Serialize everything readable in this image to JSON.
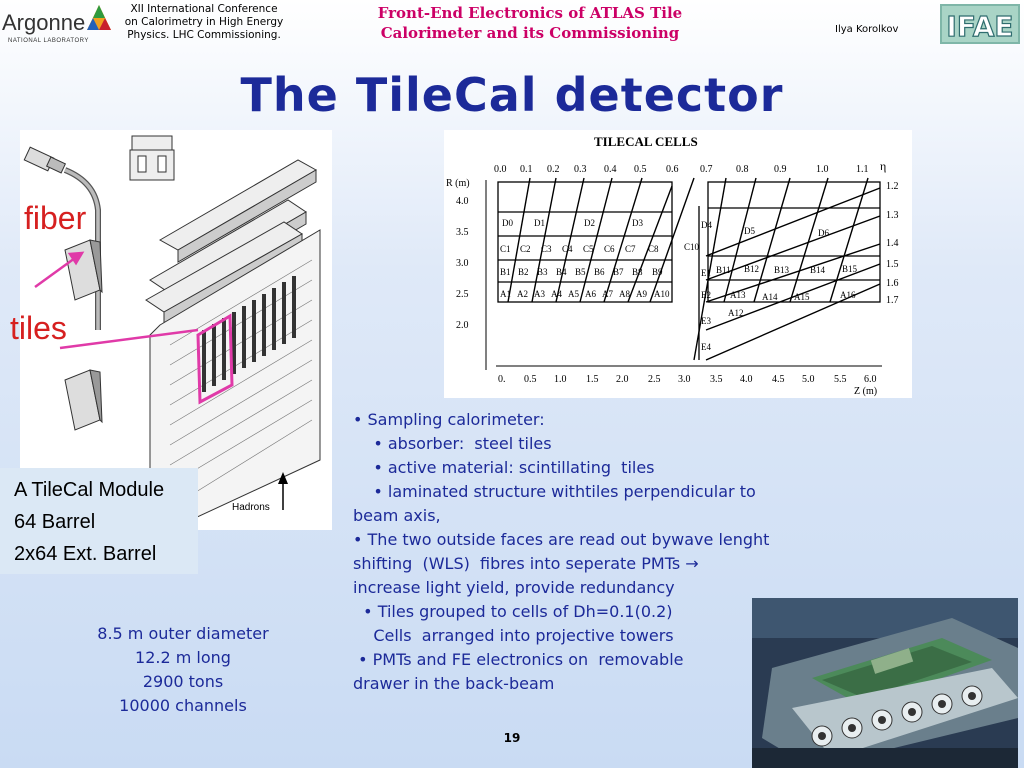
{
  "header": {
    "logo_left": "Argonne",
    "logo_left_sub": "NATIONAL LABORATORY",
    "conference": [
      "XII International Conference",
      "on Calorimetry in High Energy",
      "Physics. LHC Commissioning."
    ],
    "talk_title": [
      "Front-End Electronics of ATLAS Tile",
      "Calorimeter and its Commissioning"
    ],
    "author": "Ilya Korolkov",
    "logo_right": "IFAE"
  },
  "slide": {
    "title": "The TileCal detector",
    "page_number": "19"
  },
  "module_figure": {
    "label_fiber": "fiber",
    "label_tiles": "tiles",
    "label_hadrons": "Hadrons",
    "caption": [
      "A TileCal Module",
      "64 Barrel",
      "2x64 Ext. Barrel"
    ]
  },
  "cells_figure": {
    "title": "TILECAL CELLS",
    "eta_label": "η",
    "r_label": "R (m)",
    "z_label": "Z (m)",
    "eta_ticks": [
      "0.0",
      "0.1",
      "0.2",
      "0.3",
      "0.4",
      "0.5",
      "0.6",
      "0.7",
      "0.8",
      "0.9",
      "1.0",
      "1.1"
    ],
    "eta_right_ticks": [
      "1.2",
      "1.3",
      "1.4",
      "1.5",
      "1.6",
      "1.7"
    ],
    "r_ticks": [
      "4.0",
      "3.5",
      "3.0",
      "2.5",
      "2.0"
    ],
    "z_ticks": [
      "0.",
      "0.5",
      "1.0",
      "1.5",
      "2.0",
      "2.5",
      "3.0",
      "3.5",
      "4.0",
      "4.5",
      "5.0",
      "5.5",
      "6.0"
    ],
    "barrel_D": [
      "D0",
      "D1",
      "D2",
      "D3"
    ],
    "barrel_C": [
      "C1",
      "C2",
      "C3",
      "C4",
      "C5",
      "C6",
      "C7",
      "C8"
    ],
    "barrel_B": [
      "B1",
      "B2",
      "B3",
      "B4",
      "B5",
      "B6",
      "B7",
      "B8",
      "B9"
    ],
    "barrel_A": [
      "A1",
      "A2",
      "A3",
      "A4",
      "A5",
      "A6",
      "A7",
      "A8",
      "A9",
      "A10"
    ],
    "ext_D": [
      "D4",
      "D5",
      "D6"
    ],
    "ext_B": [
      "B11",
      "B12",
      "B13",
      "B14",
      "B15"
    ],
    "ext_A": [
      "A12",
      "A13",
      "A14",
      "A15",
      "A16"
    ],
    "gap": [
      "C10",
      "E1",
      "E2",
      "E3",
      "E4"
    ]
  },
  "specs": [
    "8.5 m outer diameter",
    "12.2 m long",
    "2900 tons",
    "10000 channels"
  ],
  "bullets": [
    "• Sampling calorimeter:",
    "    • absorber:  steel tiles",
    "    • active material: scintillating  tiles",
    "    • laminated structure withtiles perpendicular to",
    "beam axis,",
    "• The two outside faces are read out bywave lenght",
    "shifting  (WLS)  fibres into seperate PMTs →",
    "increase light yield, provide redundancy",
    "  • Tiles grouped to cells of Dh=0.1(0.2)",
    "    Cells  arranged into projective towers",
    " • PMTs and FE electronics on  removable",
    "drawer in the back-beam"
  ],
  "colors": {
    "title": "#1c2a99",
    "talk_title": "#cc0066",
    "labels_red": "#d62020",
    "body_text": "#1c2a99",
    "arrow": "#e03aa8"
  }
}
